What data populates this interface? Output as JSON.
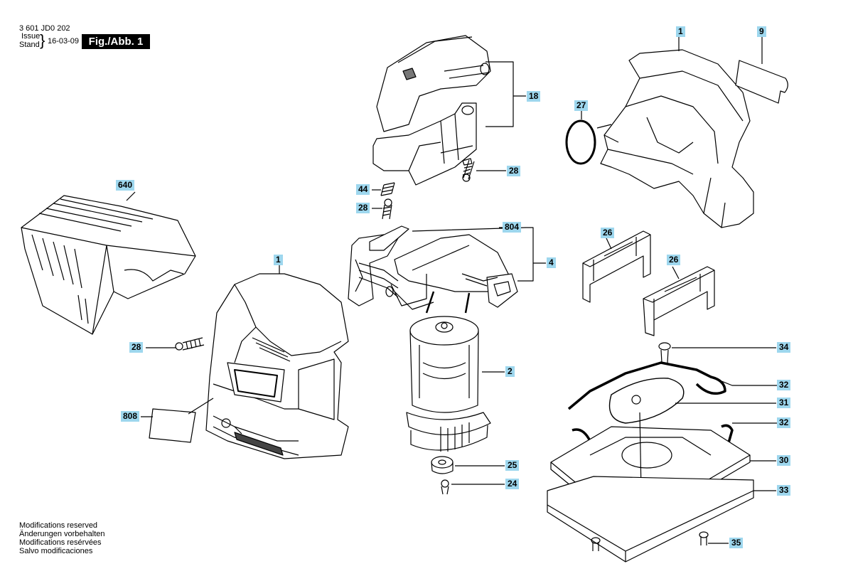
{
  "header": {
    "part_number": "3 601 JD0 202",
    "issue_en": "Issue",
    "issue_de": "Stand",
    "date": "16-03-09",
    "figure": "Fig./Abb. 1"
  },
  "footer": {
    "lines": [
      "Modifications reserved",
      "Änderungen vorbehalten",
      "Modifications resérvées",
      "Salvo modificaciones"
    ]
  },
  "callouts": [
    "1",
    "9",
    "18",
    "27",
    "28",
    "44",
    "28",
    "640",
    "804",
    "4",
    "26",
    "26",
    "1",
    "28",
    "2",
    "34",
    "32",
    "31",
    "32",
    "808",
    "30",
    "25",
    "33",
    "24",
    "35"
  ]
}
